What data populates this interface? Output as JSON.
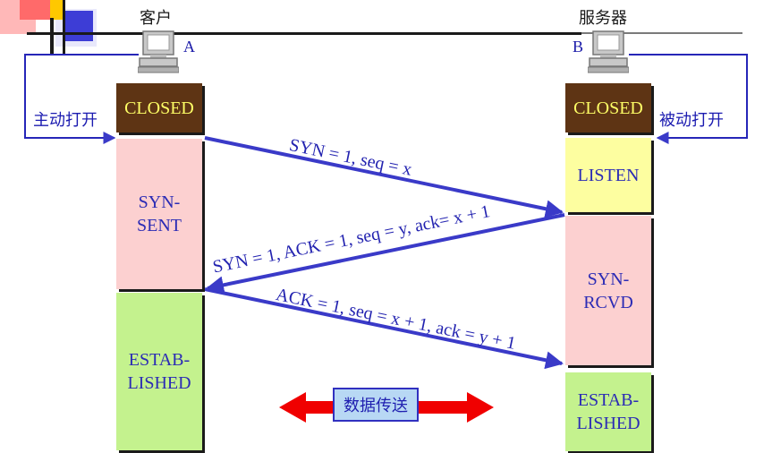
{
  "client": {
    "title": "客户",
    "letter": "A",
    "action": "主动打开"
  },
  "server": {
    "title": "服务器",
    "letter": "B",
    "action": "被动打开"
  },
  "client_states": [
    {
      "label": "CLOSED",
      "color": "#5e3414"
    },
    {
      "label": "SYN-\nSENT",
      "color": "#fcd0d0"
    },
    {
      "label": "ESTAB-\nLISHED",
      "color": "#c4f28e"
    }
  ],
  "server_states": [
    {
      "label": "CLOSED",
      "color": "#5e3414"
    },
    {
      "label": "LISTEN",
      "color": "#fdfea0"
    },
    {
      "label": "SYN-\nRCVD",
      "color": "#fcd0d0"
    },
    {
      "label": "ESTAB-\nLISHED",
      "color": "#c4f28e"
    }
  ],
  "messages": [
    {
      "text": "SYN = 1, seq = x",
      "direction": "A→B"
    },
    {
      "text": "SYN = 1, ACK = 1, seq = y, ack= x + 1",
      "direction": "B→A"
    },
    {
      "text": "ACK = 1, seq = x + 1, ack = y + 1",
      "direction": "A→B"
    }
  ],
  "data_transfer": {
    "label": "数据传送"
  },
  "colors": {
    "arrow": "#3a3ac8",
    "data_arrow": "#f00000",
    "frame": "#2626b8"
  }
}
